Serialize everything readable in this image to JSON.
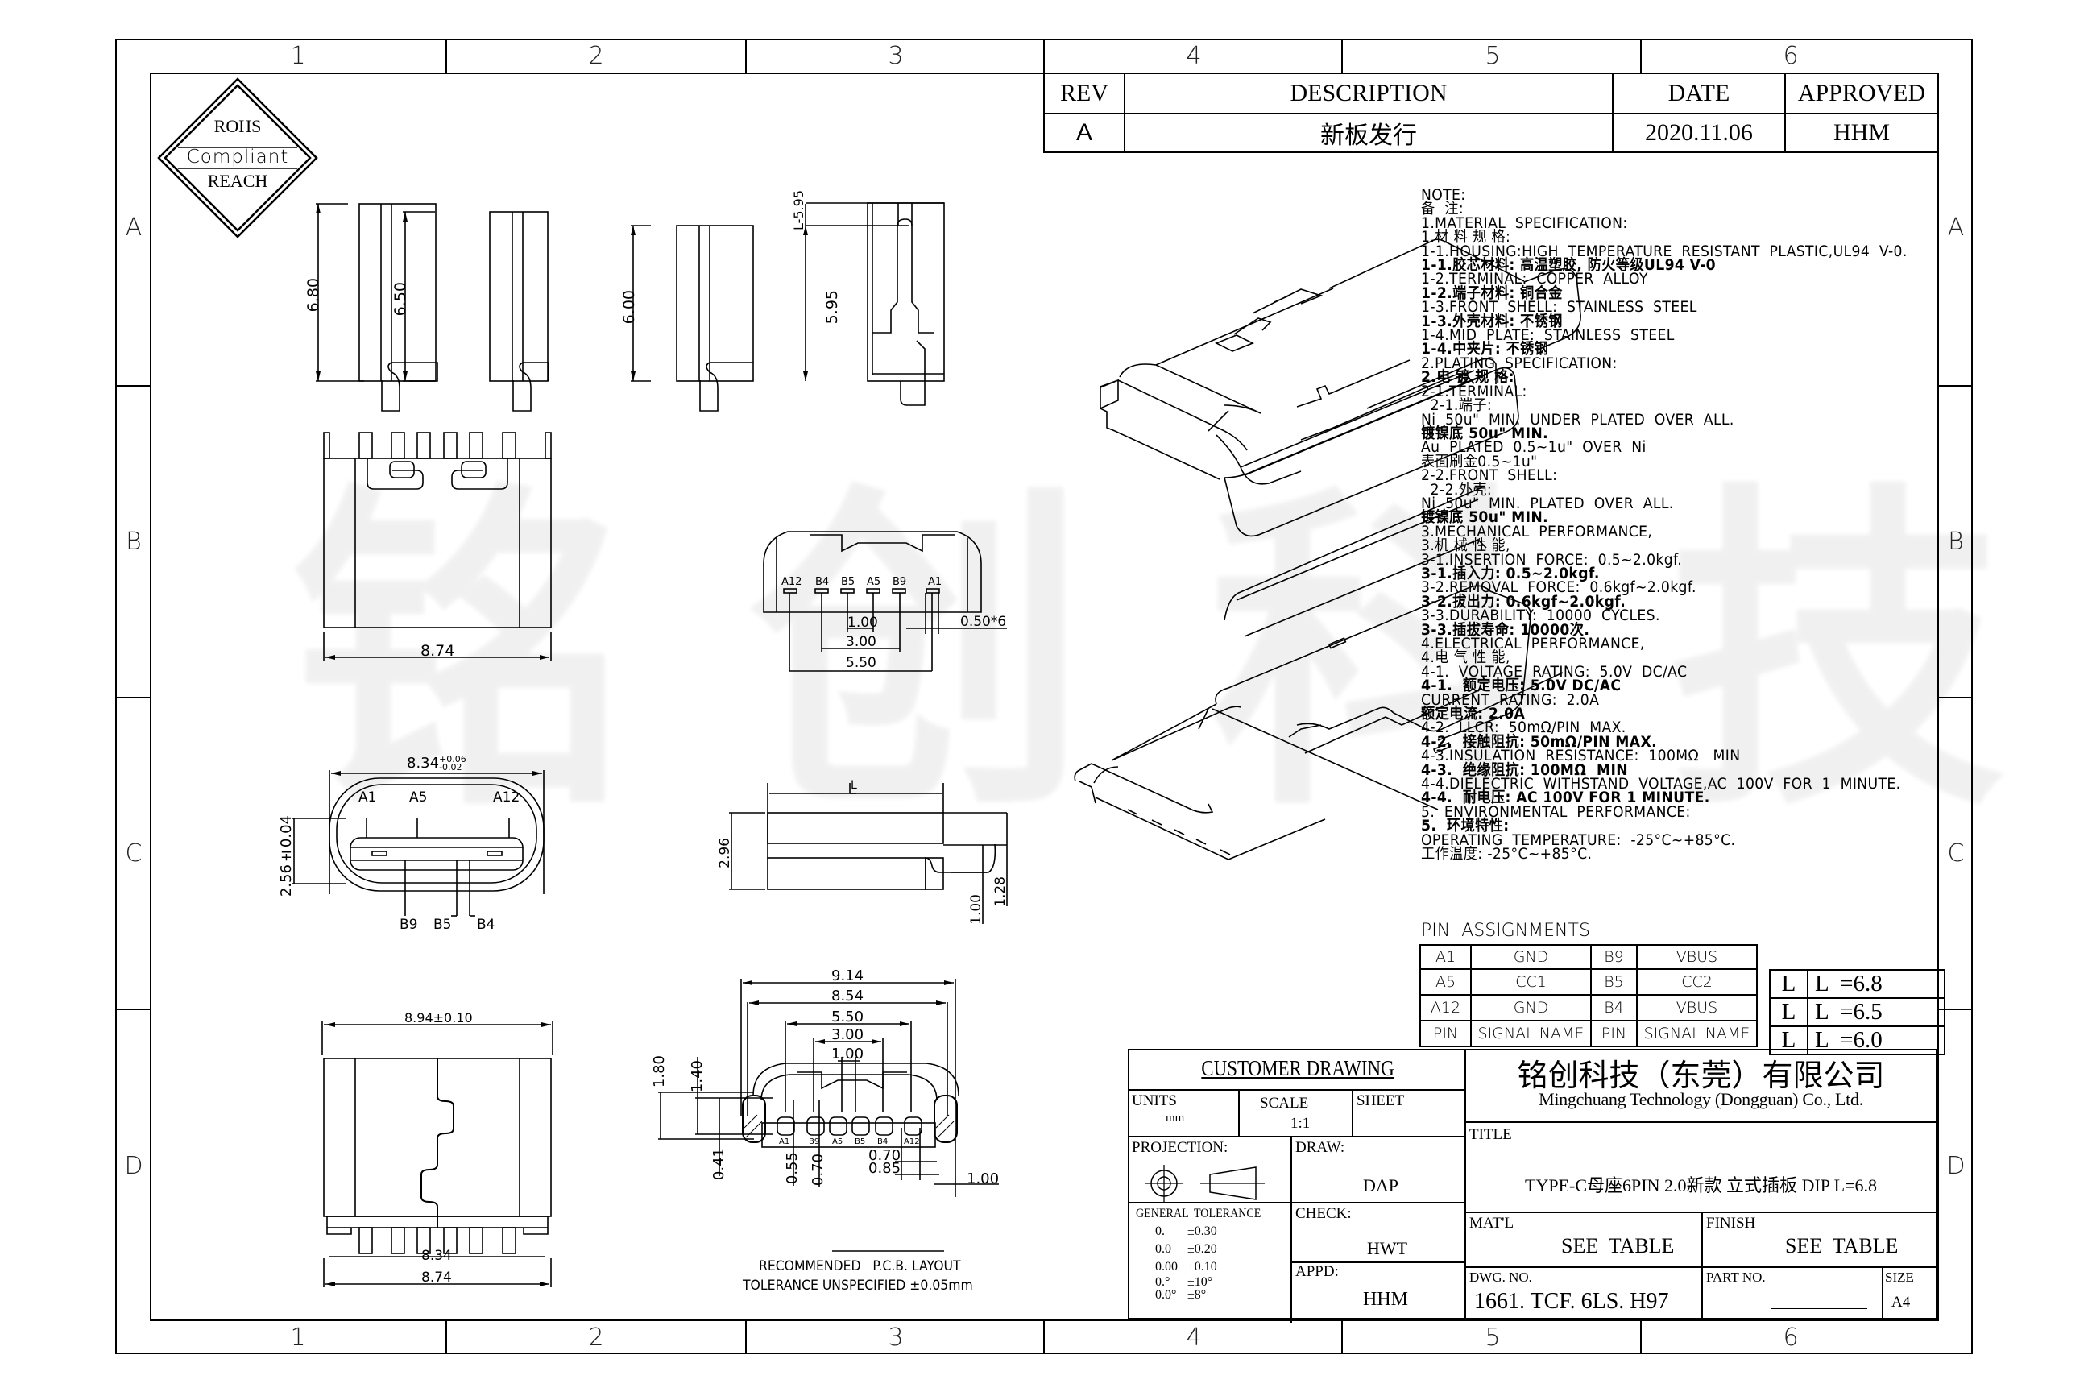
{
  "frame": {
    "zone_columns": [
      "1",
      "2",
      "3",
      "4",
      "5",
      "6"
    ],
    "zone_rows": [
      "A",
      "B",
      "C",
      "D"
    ]
  },
  "compliance_badge": {
    "line1": "ROHS",
    "line2": "Compliant",
    "line3": "REACH"
  },
  "watermark": "铭创科技",
  "revision_table": {
    "headers": [
      "REV",
      "DESCRIPTION",
      "DATE",
      "APPROVED"
    ],
    "rows": [
      {
        "rev": "A",
        "description": "新板发行",
        "date": "2020.11.06",
        "approved": "HHM"
      }
    ]
  },
  "views": {
    "side_views": [
      {
        "height_label": "6.80"
      },
      {
        "height_label": "6.50"
      },
      {
        "height_label": "6.00"
      },
      {
        "height_label": "5.95",
        "offset_label": "L-5.95"
      }
    ],
    "front_view": {
      "width_label": "8.74"
    },
    "pin_face_view": {
      "pins": [
        "A12",
        "B4",
        "B5",
        "A5",
        "B9",
        "A1"
      ],
      "dims": [
        "1.00",
        "3.00",
        "5.50",
        "0.50*6"
      ]
    },
    "opening_view": {
      "width_label": "8.34",
      "width_tol_upper": "+0.06",
      "width_tol_lower": "-0.02",
      "height_label": "2.56±0.04",
      "top_pins": [
        "A1",
        "A5",
        "A12"
      ],
      "bottom_pins": [
        "B9",
        "B5",
        "B4"
      ]
    },
    "profile_view": {
      "length_label": "L",
      "dims": [
        "2.96",
        "1.28",
        "1.00"
      ]
    },
    "bottom_view": {
      "dims": [
        "8.94±0.10",
        "8.34",
        "8.74"
      ]
    },
    "pcb_layout": {
      "dims_horizontal": [
        "9.14",
        "8.54",
        "5.50",
        "3.00",
        "1.00",
        "0.70",
        "0.85",
        "1.00"
      ],
      "dims_vertical": [
        "1.80",
        "1.40",
        "0.41",
        "0.55",
        "0.70"
      ],
      "pads": [
        "A1",
        "B9",
        "A5",
        "B5",
        "B4",
        "A12"
      ],
      "caption": "RECOMMENDED   P.C.B. LAYOUT",
      "tolerance": "TOLERANCE UNSPECIFIED ±0.05mm"
    }
  },
  "notes": {
    "lines": [
      {
        "t": "NOTE:",
        "b": false
      },
      {
        "t": "备  注:",
        "b": false
      },
      {
        "t": "1.MATERIAL  SPECIFICATION:",
        "b": false
      },
      {
        "t": "1.材 料 规 格:",
        "b": false
      },
      {
        "t": "1-1.HOUSING:HIGH  TEMPERATURE  RESISTANT  PLASTIC,UL94  V-0.",
        "b": false
      },
      {
        "t": "1-1.胶芯材料: 高温塑胶, 防火等级UL94 V-0",
        "b": true
      },
      {
        "t": "1-2.TERMINAL:  COPPER  ALLOY",
        "b": false
      },
      {
        "t": "1-2.端子材料: 铜合金",
        "b": true
      },
      {
        "t": "1-3.FRONT  SHELL:  STAINLESS  STEEL",
        "b": false
      },
      {
        "t": "1-3.外壳材料: 不锈钢",
        "b": true
      },
      {
        "t": "1-4.MID  PLATE:  STAINLESS  STEEL",
        "b": false
      },
      {
        "t": "1-4.中夹片: 不锈钢",
        "b": true
      },
      {
        "t": "2.PLATING  SPECIFICATION:",
        "b": false
      },
      {
        "t": "2.电 镀 规 格:",
        "b": true
      },
      {
        "t": "2-1.TERMINAL:",
        "b": false
      },
      {
        "t": "  2-1.端子:",
        "b": false
      },
      {
        "t": "Ni  50u\"  MIN.  UNDER  PLATED  OVER  ALL.",
        "b": false
      },
      {
        "t": "镀镍底 50u\" MIN.",
        "b": true
      },
      {
        "t": "Au  PLATED  0.5~1u\"  OVER  Ni",
        "b": false
      },
      {
        "t": "表面刷金0.5~1u\"",
        "b": false
      },
      {
        "t": "2-2.FRONT  SHELL:",
        "b": false
      },
      {
        "t": "  2-2.外壳:",
        "b": false
      },
      {
        "t": "Ni  50u\"  MIN.  PLATED  OVER  ALL.",
        "b": false
      },
      {
        "t": "镀镍底 50u\" MIN.",
        "b": true
      },
      {
        "t": "3.MECHANICAL  PERFORMANCE,",
        "b": false
      },
      {
        "t": "3.机 械 性 能,",
        "b": false
      },
      {
        "t": "3-1.INSERTION  FORCE:  0.5~2.0kgf.",
        "b": false
      },
      {
        "t": "3-1.插入力: 0.5~2.0kgf.",
        "b": true
      },
      {
        "t": "3-2.REMOVAL  FORCE:  0.6kgf~2.0kgf.",
        "b": false
      },
      {
        "t": "3-2.拔出力: 0.6kgf~2.0kgf.",
        "b": true
      },
      {
        "t": "3-3.DURABILITY:  10000  CYCLES.",
        "b": false
      },
      {
        "t": "3-3.插拔寿命: 10000次.",
        "b": true
      },
      {
        "t": "4.ELECTRICAL  PERFORMANCE,",
        "b": false
      },
      {
        "t": "4.电 气 性 能,",
        "b": false
      },
      {
        "t": "4-1.  VOLTAGE  RATING:  5.0V  DC/AC",
        "b": false
      },
      {
        "t": "4-1.  额定电压: 5.0V DC/AC",
        "b": true
      },
      {
        "t": "CURRENT  RATING:  2.0A",
        "b": false
      },
      {
        "t": "额定电流: 2.0A",
        "b": true
      },
      {
        "t": "4-2.  LLCR:  50mΩ/PIN  MAX.",
        "b": false
      },
      {
        "t": "4-2.  接触阻抗: 50mΩ/PIN MAX.",
        "b": true
      },
      {
        "t": "4-3.INSULATION  RESISTANCE:  100MΩ   MIN",
        "b": false
      },
      {
        "t": "4-3.  绝缘阻抗: 100MΩ  MIN",
        "b": true
      },
      {
        "t": "4-4.DIELECTRIC  WITHSTAND  VOLTAGE,AC  100V  FOR  1  MINUTE.",
        "b": false
      },
      {
        "t": "4-4.  耐电压: AC 100V FOR 1 MINUTE.",
        "b": true
      },
      {
        "t": "5.  ENVIRONMENTAL  PERFORMANCE:",
        "b": false
      },
      {
        "t": "5.  环境特性:",
        "b": true
      },
      {
        "t": "OPERATING  TEMPERATURE:  -25°C~+85°C.",
        "b": false
      },
      {
        "t": "工作温度: -25°C~+85°C.",
        "b": false
      }
    ]
  },
  "pin_assignments": {
    "title": "PIN  ASSIGNMENTS",
    "rows": [
      [
        "A1",
        "GND",
        "B9",
        "VBUS"
      ],
      [
        "A5",
        "CC1",
        "B5",
        "CC2"
      ],
      [
        "A12",
        "GND",
        "B4",
        "VBUS"
      ],
      [
        "PIN",
        "SIGNAL NAME",
        "PIN",
        "SIGNAL NAME"
      ]
    ],
    "length_options": [
      {
        "mark": "L",
        "value": "L  =6.8"
      },
      {
        "mark": "L",
        "value": "L  =6.5"
      },
      {
        "mark": "L",
        "value": "L  =6.0"
      }
    ]
  },
  "title_block": {
    "customer_drawing": "CUSTOMER DRAWING",
    "units_label": "UNITS",
    "units_value": "mm",
    "scale_label": "SCALE",
    "scale_value": "1:1",
    "sheet_label": "SHEET",
    "projection_label": "PROJECTION:",
    "draw_label": "DRAW:",
    "draw_value": "DAP",
    "check_label": "CHECK:",
    "check_value": "HWT",
    "appd_label": "APPD:",
    "appd_value": "HHM",
    "general_tolerance_label": "GENERAL  TOLERANCE",
    "tolerances": [
      {
        "fmt": "0.",
        "tol": "±0.30"
      },
      {
        "fmt": "0.0",
        "tol": "±0.20"
      },
      {
        "fmt": "0.00",
        "tol": "±0.10"
      },
      {
        "fmt": "0.°",
        "tol": "±10°"
      },
      {
        "fmt": "0.0°",
        "tol": "±8°"
      }
    ],
    "company_cn": "铭创科技（东莞）有限公司",
    "company_en": "Mingchuang Technology (Dongguan) Co., Ltd.",
    "title_label": "TITLE",
    "title_value": "TYPE-C母座6PIN 2.0新款 立式插板 DIP L=6.8",
    "matl_label": "MAT'L",
    "matl_value": "SEE  TABLE",
    "finish_label": "FINISH",
    "finish_value": "SEE  TABLE",
    "dwg_no_label": "DWG. NO.",
    "dwg_no_value": "1661. TCF. 6LS. H97",
    "part_no_label": "PART NO.",
    "part_no_value": "",
    "size_label": "SIZE",
    "size_value": "A4"
  }
}
